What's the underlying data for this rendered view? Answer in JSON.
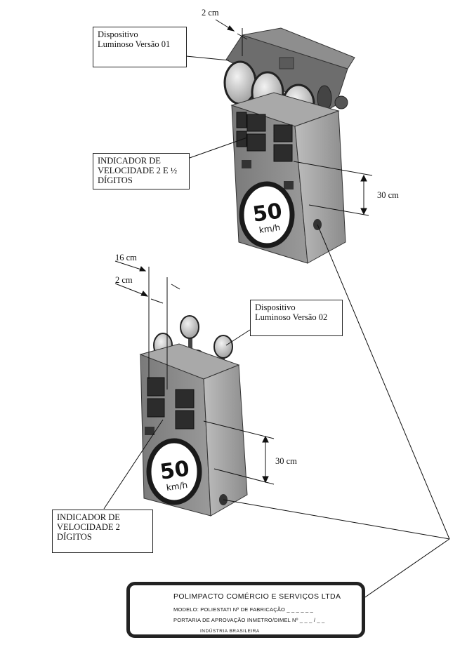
{
  "top_device": {
    "dim_device_offset": "2 cm",
    "label_device": [
      "Dispositivo",
      "Luminoso Versão 01"
    ],
    "label_indicator": [
      "INDICADOR DE",
      "VELOCIDADE 2 E ½",
      "DÍGITOS"
    ],
    "dim_height": "30 cm",
    "speed_value": "50",
    "speed_unit": "km/h"
  },
  "bottom_device": {
    "dim_outer": "16 cm",
    "dim_inner": "2 cm",
    "label_device": [
      "Dispositivo",
      "Luminoso Versão 02"
    ],
    "label_indicator": [
      "INDICADOR DE",
      "VELOCIDADE 2",
      "DÍGITOS"
    ],
    "dim_height": "30 cm",
    "speed_value": "50",
    "speed_unit": "km/h"
  },
  "plate": {
    "company": "POLIMPACTO COMÉRCIO E SERVIÇOS LTDA",
    "model_line": "MODELO: POLIESTATI Nº DE FABRICAÇÃO _ _ _ _ _ _",
    "approval_line": "PORTARIA DE APROVAÇÃO  INMETRO/DIMEL  Nº _ _ _ / _ _",
    "origin": "INDÚSTRIA BRASILEIRA"
  },
  "colors": {
    "housing": "#8a8a8a",
    "housing_dark": "#5e5e5e",
    "housing_light": "#b8b8b8",
    "lens": "#d8d8d8",
    "ink": "#111111"
  }
}
